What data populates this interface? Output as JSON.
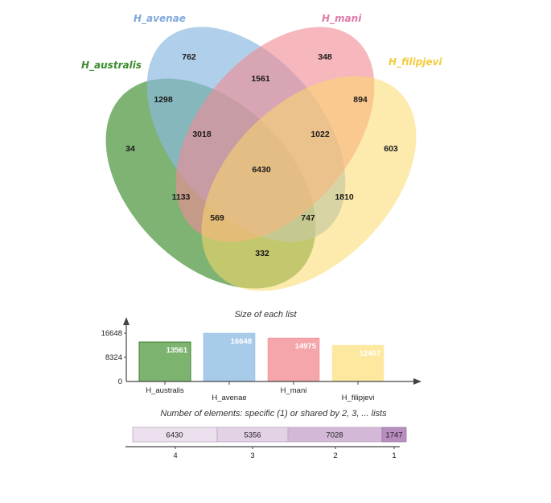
{
  "venn": {
    "sets": [
      {
        "name": "H_australis",
        "color": "#3d8b2f",
        "fill": "#5a9e4b"
      },
      {
        "name": "H_avenae",
        "color": "#7fa9dc",
        "fill": "#8ab8e0"
      },
      {
        "name": "H_mani",
        "color": "#e07aa8",
        "fill": "#f08b94"
      },
      {
        "name": "H_filipjevi",
        "color": "#f2cc3a",
        "fill": "#fde38a"
      }
    ],
    "regions": {
      "avenae_only": "762",
      "mani_only": "348",
      "australis_only": "34",
      "filipjevi_only": "603",
      "australis_avenae": "1298",
      "avenae_mani": "1561",
      "mani_filipjevi": "894",
      "australis_avenae_mani": "3018",
      "avenae_mani_filipjevi": "1022",
      "all_four": "6430",
      "australis_mani": "1133",
      "avenae_filipjevi": "1810",
      "australis_mani_filipjevi": "569",
      "australis_avenae_filipjevi": "747",
      "australis_filipjevi": "332"
    }
  },
  "chart_data": [
    {
      "type": "bar",
      "title": "Size of each list",
      "categories": [
        "H_australis",
        "H_avenae",
        "H_mani",
        "H_filipjevi"
      ],
      "values": [
        13561,
        16648,
        14975,
        12407
      ],
      "colors": [
        "#7cb46f",
        "#a9cbea",
        "#f5a6ab",
        "#fde8a0"
      ],
      "yticks": [
        "0",
        "8324",
        "16648"
      ],
      "ylim": [
        0,
        16648
      ],
      "xlabel": "",
      "ylabel": ""
    },
    {
      "type": "bar",
      "title": "Number of elements: specific (1) or shared by 2, 3, ... lists",
      "categories": [
        "4",
        "3",
        "2",
        "1"
      ],
      "values": [
        6430,
        5356,
        7028,
        1747
      ],
      "orientation": "horizontal-stacked"
    }
  ],
  "size_chart": {
    "title": "Size of each list",
    "ticks": {
      "zero": "0",
      "mid": "8324",
      "max": "16648"
    },
    "bars": [
      {
        "label": "H_australis",
        "value": "13561"
      },
      {
        "label": "H_avenae",
        "value": "16648"
      },
      {
        "label": "H_mani",
        "value": "14975"
      },
      {
        "label": "H_filipjevi",
        "value": "12407"
      }
    ]
  },
  "shared_chart": {
    "title": "Number of elements: specific (1) or shared by 2, 3, ... lists",
    "segments": [
      {
        "value": "6430",
        "tick": "4"
      },
      {
        "value": "5356",
        "tick": "3"
      },
      {
        "value": "7028",
        "tick": "2"
      },
      {
        "value": "1747",
        "tick": "1"
      }
    ]
  }
}
